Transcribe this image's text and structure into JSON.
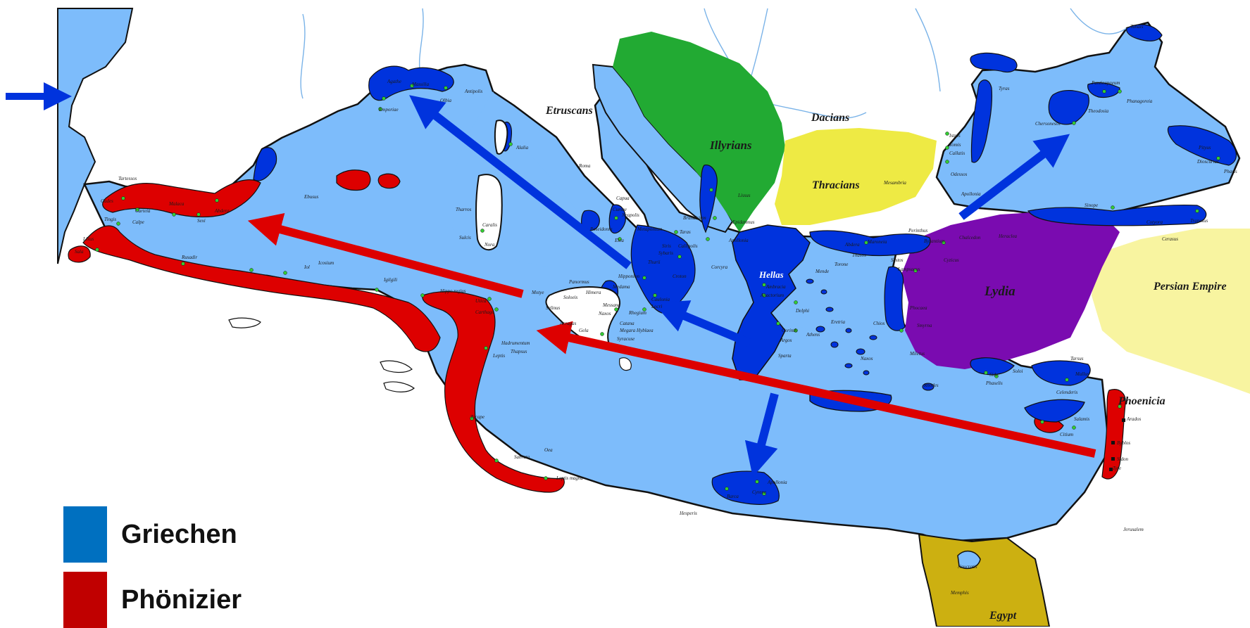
{
  "colors": {
    "sea": "#7dbcfb",
    "land": "#ffffff",
    "greek": "#0033dd",
    "phoenician": "#dd0000",
    "illyrians": "#22aa33",
    "thracians": "#eeea44",
    "lydia": "#7a0bb0",
    "persian": "#f8f4a0",
    "egypt": "#ccb011",
    "river": "#7ab3e8",
    "coast": "#111111",
    "city_dot": "#33cc33",
    "legend_greek": "#0070c0",
    "legend_phoenician": "#c00000"
  },
  "regions": {
    "etruscans": "Etruscans",
    "illyrians": "Illyrians",
    "dacians": "Dacians",
    "thracians": "Thracians",
    "hellas": "Hellas",
    "lydia": "Lydia",
    "persian_empire": "Persian Empire",
    "phoenicia": "Phoenicia",
    "egypt": "Egypt"
  },
  "cities": {
    "tartessos": "Tartessos",
    "gades": "Gades",
    "tingis": "Tingis",
    "lixus": "Lixus",
    "sala": "Sala",
    "carteia": "Carteia",
    "calpe": "Calpe",
    "malaca": "Malaca",
    "sexi": "Sexi",
    "abdera_w": "Abdera",
    "rusadir": "Rusadir",
    "iol": "Iol",
    "icosium": "Icosium",
    "igilgili": "Igilgili",
    "hippo_regius": "Hippo regius",
    "utica": "Utica",
    "carthago": "Carthago",
    "hadrumentum": "Hadrumentum",
    "thapsus": "Thapsus",
    "leptis": "Leptis",
    "tacape": "Tacape",
    "sabrata": "Sabrata",
    "oea": "Oea",
    "leptis_magna": "Leptis magna",
    "hesperis": "Hesperis",
    "barca": "Barca",
    "cyrene": "Cyrene",
    "apollonia_libya": "Apollonia",
    "agathe": "Agathe",
    "massilia": "Massilia",
    "olbia_gaul": "Olbia",
    "antipolis": "Antipolis",
    "emporiae": "Emporiae",
    "ebusus": "Ebusus",
    "alalia": "Alalia",
    "roma": "Roma",
    "tharros": "Tharros",
    "caralis": "Caralis",
    "sulcis": "Sulcis",
    "nora": "Nora",
    "capua": "Capua",
    "cumae": "Cumae",
    "neapolis": "Neapolis",
    "poseidonia": "Poseidonia",
    "elea": "Elea",
    "metapontum": "Metapontum",
    "taras": "Taras",
    "brundisium": "Brundisium",
    "siris": "Siris",
    "sybaris": "Sybaris",
    "callipolis": "Callipolis",
    "thurii": "Thurii",
    "croton": "Croton",
    "hipponion": "Hipponion",
    "medama": "Medama",
    "caulonia": "Caulonia",
    "locri": "Locri",
    "rhegium": "Rhegium",
    "motye": "Motye",
    "panormus": "Panormus",
    "soloeis": "Soloeis",
    "himera": "Himera",
    "selinus": "Selinus",
    "messana": "Messana",
    "naxos_sic": "Naxos",
    "acragas": "Acragas",
    "gela": "Gela",
    "catana": "Catana",
    "megara_hyblaea": "Megara Hyblaea",
    "syracuse": "Syracuse",
    "lissus": "Lissus",
    "epidamnus": "Epidamnus",
    "apollonia_ill": "Apollonia",
    "corcyra": "Corcyra",
    "ambracia": "Ambracia",
    "anactorium": "Anactorium",
    "delphi": "Delphi",
    "corinth": "Corinth",
    "argos": "Argos",
    "sparta": "Sparta",
    "athens": "Athens",
    "eretria": "Eretria",
    "mende": "Mende",
    "torone": "Torone",
    "abdera": "Abdera",
    "maroneia": "Maroneia",
    "thasos": "Thasos",
    "sestos": "Sestos",
    "lampsacus": "Lampsacus",
    "perinthus": "Perinthus",
    "byzantium": "Byzantium",
    "chalcedon": "Chalcedon",
    "heraclea": "Heraclea",
    "cyzicus": "Cyzicus",
    "phocaea": "Phocaea",
    "smyrna": "Smyrna",
    "miletus": "Miletus",
    "chios": "Chios",
    "naxos": "Naxos",
    "rhodes": "Rhodes",
    "side": "Side",
    "phaselis": "Phaselis",
    "soloi": "Soloi",
    "tarsus": "Tarsus",
    "mallus": "Mallus",
    "celenderis": "Celenderis",
    "salamis": "Salamis",
    "citium": "Citium",
    "arados": "Arados",
    "byblos": "Byblos",
    "sidon": "Sidon",
    "tyre": "Tyre",
    "jerusalem": "Jerusalem",
    "memphis": "Memphis",
    "naucratis": "Naucratis",
    "mesambria": "Mesambria",
    "apollonia_th": "Apollonia",
    "odessos": "Odessos",
    "callatis": "Callatis",
    "tomis": "Tomis",
    "istros": "Istros",
    "tyras": "Tyras",
    "chersonesos": "Chersonesos",
    "panticapaeum": "Panticapaeum",
    "phanagoreia": "Phanagoreia",
    "theodosia": "Theodosia",
    "tanais": "Tanais",
    "pityus": "Pityus",
    "dioscurias": "Dioscurias",
    "phasis": "Phasis",
    "sinope": "Sinope",
    "cotyora": "Cotyora",
    "trapezus": "Trapezus",
    "cerasus": "Cerasus"
  },
  "legend": {
    "greeks": "Griechen",
    "phoenicians": "Phönizier"
  }
}
